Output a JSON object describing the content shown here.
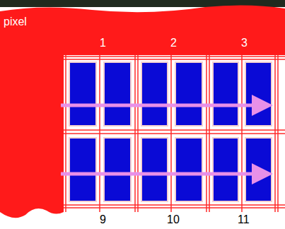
{
  "diagram": {
    "labels": [
      "pixel",
      "1",
      "2",
      "3",
      "9",
      "10",
      "11"
    ]
  }
}
